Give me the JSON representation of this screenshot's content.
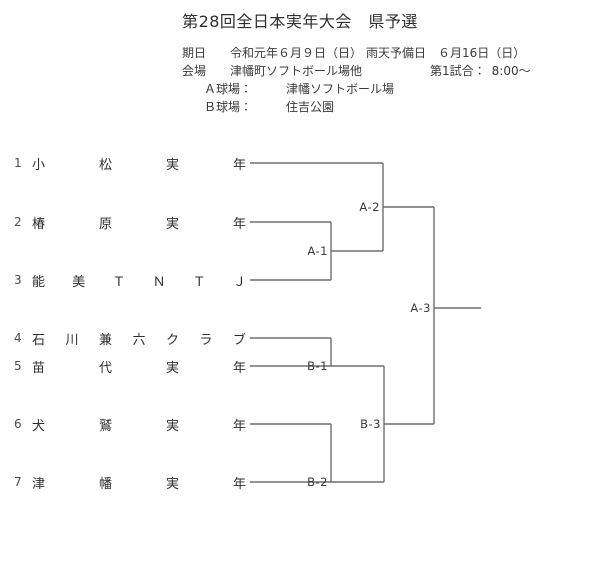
{
  "title": "第28回全日本実年大会　県予選",
  "info": {
    "date_label": "期日",
    "date_value": "令和元年６月９日（日）",
    "rain_label": "雨天予備日",
    "rain_value": "６月16日（日）",
    "venue_label": "会場",
    "venue_value": "津幡町ソフトボール場他",
    "first_game_label": "第1試合：",
    "first_game_value": "8:00〜",
    "field_a_label": "Ａ球場：",
    "field_a_value": "津幡ソフトボール場",
    "field_b_label": "Ｂ球場：",
    "field_b_value": "住吉公園"
  },
  "bracket": {
    "teams": [
      {
        "no": "1",
        "chars": [
          "小",
          "松",
          "実",
          "年"
        ]
      },
      {
        "no": "2",
        "chars": [
          "椿",
          "原",
          "実",
          "年"
        ]
      },
      {
        "no": "3",
        "chars": [
          "能",
          "美",
          "Ｔ",
          "Ｎ",
          "Ｔ",
          "Ｊ"
        ]
      },
      {
        "no": "4",
        "chars": [
          "石",
          "川",
          "兼",
          "六",
          "ク",
          "ラ",
          "ブ"
        ]
      },
      {
        "no": "5",
        "chars": [
          "苗",
          "代",
          "実",
          "年"
        ]
      },
      {
        "no": "6",
        "chars": [
          "犬",
          "鷲",
          "実",
          "年"
        ]
      },
      {
        "no": "7",
        "chars": [
          "津",
          "幡",
          "実",
          "年"
        ]
      }
    ],
    "matches": [
      {
        "id": "A-1",
        "label": "A-1"
      },
      {
        "id": "A-2",
        "label": "A-2"
      },
      {
        "id": "A-3",
        "label": "A-3"
      },
      {
        "id": "B-1",
        "label": "B-1"
      },
      {
        "id": "B-2",
        "label": "B-2"
      },
      {
        "id": "B-3",
        "label": "B-3"
      }
    ],
    "line_color": "#6e6e6e"
  }
}
